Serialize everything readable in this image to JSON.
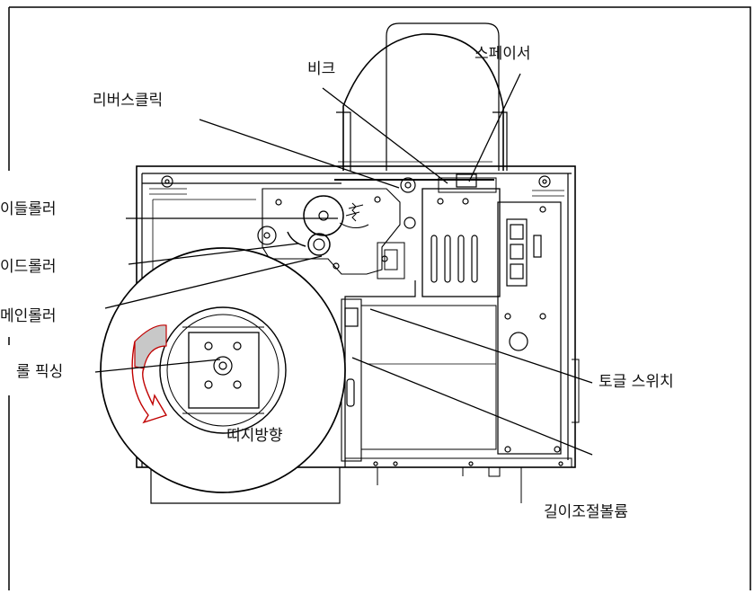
{
  "labels": {
    "spacer": "스페이서",
    "beak": "비크",
    "reverse_click": "리버스클릭",
    "idle_roller": "이들롤러",
    "guide_roller": "이드롤러",
    "main_roller": "메인롤러",
    "roll_fixing": "롤 픽싱",
    "toggle_switch": "토글 스위치",
    "ribbon_direction": "띠지방향",
    "length_adjust": "길이조절볼륨"
  },
  "colors": {
    "line": "#000000",
    "arrow_fill": "#c8c8c8",
    "arrow_stroke": "#c00000"
  }
}
